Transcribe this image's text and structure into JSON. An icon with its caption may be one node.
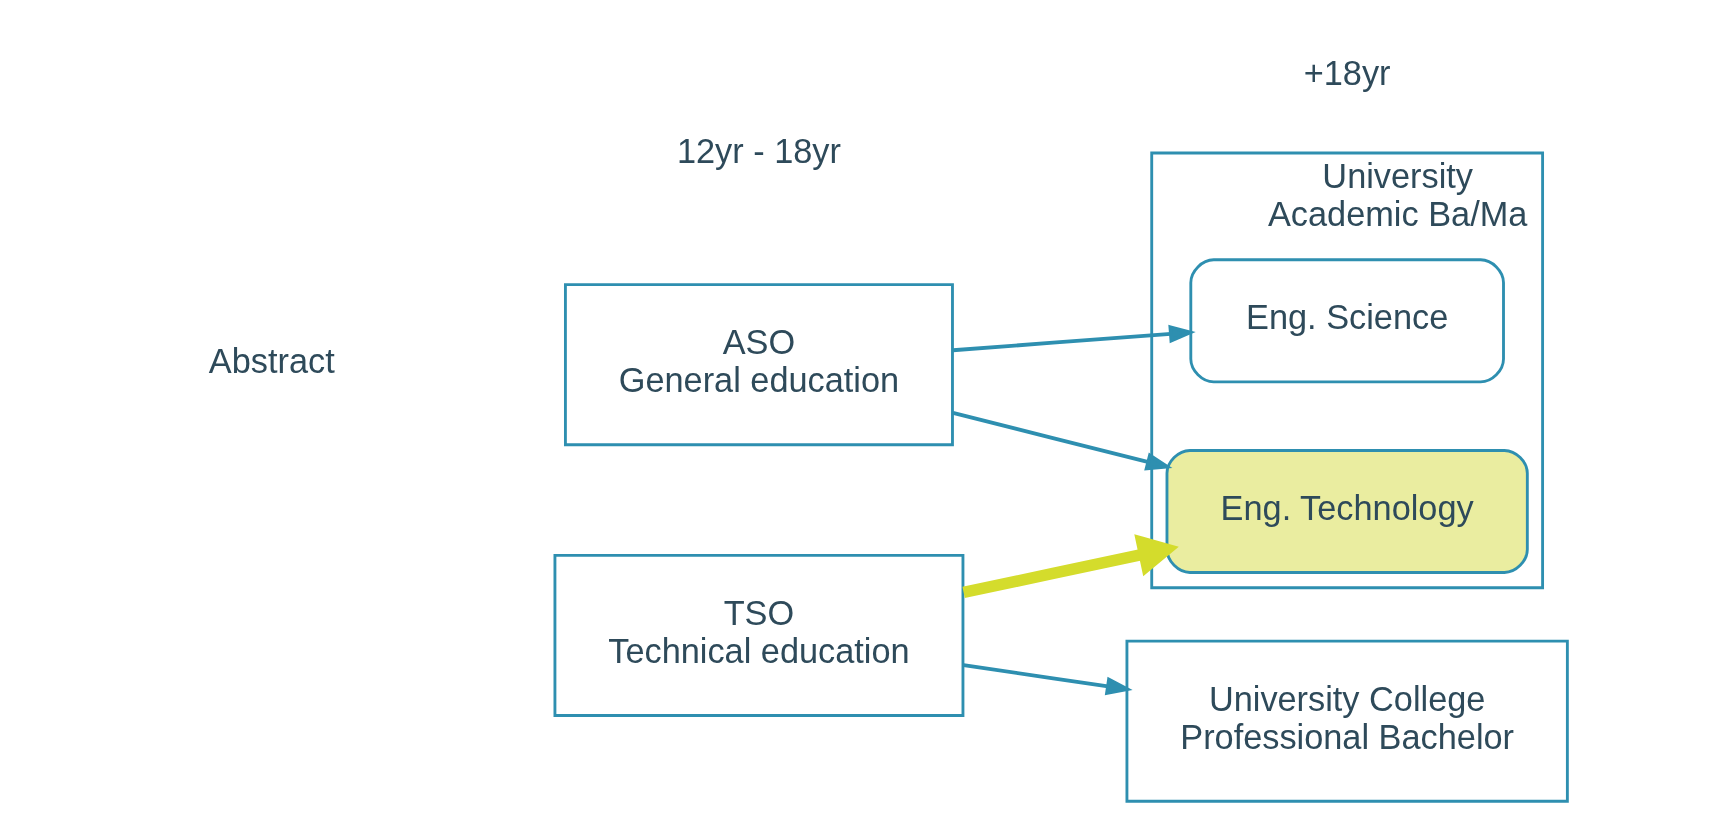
{
  "diagram": {
    "nodes": [
      {
        "text": [
          "ASO",
          "General education"
        ]
      },
      {
        "text": [
          "TSO",
          "Technical education"
        ]
      },
      {
        "text": [
          "University",
          "Academic Ba/Ma"
        ]
      },
      {
        "text": [
          "Eng. Science"
        ],
        "in": 2
      },
      {
        "text": [
          "Eng. Technology"
        ],
        "in": 2
      },
      {
        "text": [
          "University College",
          "Professional Bachelor"
        ]
      }
    ],
    "edges": [
      {
        "from": 0,
        "to": 3,
        "arrow": "to"
      },
      {
        "from": 0,
        "to": 4,
        "arrow": "to"
      },
      {
        "from": 1,
        "to": 4,
        "arrow": "to",
        "style": "thick",
        "color": "#d4dc2c"
      },
      {
        "from": 1,
        "to": 5,
        "arrow": "to"
      }
    ],
    "labels": [
      "12yr - 18yr",
      "+18yr",
      "Abstract"
    ]
  }
}
